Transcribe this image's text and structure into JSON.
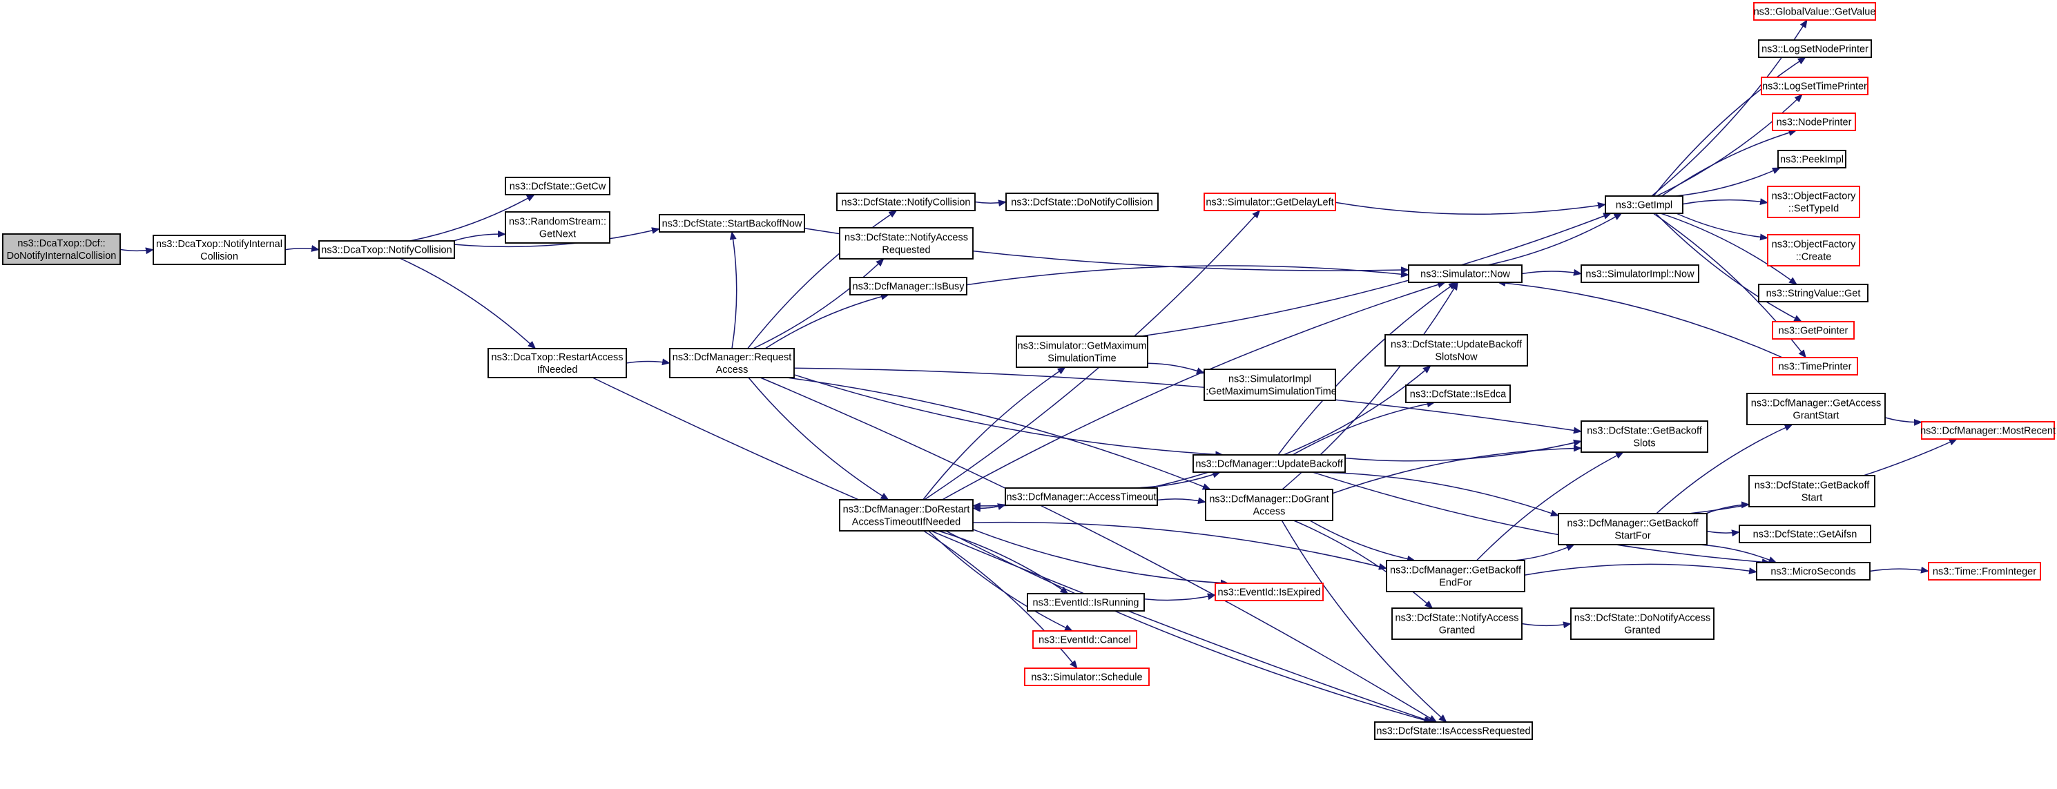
{
  "colors": {
    "edge": "#191970",
    "border_default": "#000000",
    "border_external": "#ff0000",
    "root_fill": "#bfbfbf",
    "node_fill": "#ffffff"
  },
  "nodes": [
    {
      "id": "root",
      "lines": [
        "ns3::DcaTxop::Dcf::",
        "DoNotifyInternalCollision"
      ],
      "style": "root"
    },
    {
      "id": "notifyInternal",
      "lines": [
        "ns3::DcaTxop::NotifyInternal",
        "Collision"
      ],
      "style": "normal"
    },
    {
      "id": "notifyCollision",
      "lines": [
        "ns3::DcaTxop::NotifyCollision"
      ],
      "style": "normal"
    },
    {
      "id": "getCw",
      "lines": [
        "ns3::DcfState::GetCw"
      ],
      "style": "normal"
    },
    {
      "id": "randomNext",
      "lines": [
        "ns3::RandomStream::",
        "GetNext"
      ],
      "style": "normal"
    },
    {
      "id": "restartAccess",
      "lines": [
        "ns3::DcaTxop::RestartAccess",
        "IfNeeded"
      ],
      "style": "normal"
    },
    {
      "id": "startBackoff",
      "lines": [
        "ns3::DcfState::StartBackoffNow"
      ],
      "style": "normal"
    },
    {
      "id": "requestAccess",
      "lines": [
        "ns3::DcfManager::Request",
        "Access"
      ],
      "style": "normal"
    },
    {
      "id": "stNotifyCollision",
      "lines": [
        "ns3::DcfState::NotifyCollision"
      ],
      "style": "normal"
    },
    {
      "id": "doNotifyCollision",
      "lines": [
        "ns3::DcfState::DoNotifyCollision"
      ],
      "style": "normal"
    },
    {
      "id": "stNotifyAccessReq",
      "lines": [
        "ns3::DcfState::NotifyAccess",
        "Requested"
      ],
      "style": "normal"
    },
    {
      "id": "isBusy",
      "lines": [
        "ns3::DcfManager::IsBusy"
      ],
      "style": "normal"
    },
    {
      "id": "doRestart",
      "lines": [
        "ns3::DcfManager::DoRestart",
        "AccessTimeoutIfNeeded"
      ],
      "style": "normal"
    },
    {
      "id": "getDelayLeft",
      "lines": [
        "ns3::Simulator::GetDelayLeft"
      ],
      "style": "external"
    },
    {
      "id": "getMaxSim",
      "lines": [
        "ns3::Simulator::GetMaximum",
        "SimulationTime"
      ],
      "style": "normal"
    },
    {
      "id": "implGetMax",
      "lines": [
        "ns3::SimulatorImpl",
        "::GetMaximumSimulationTime"
      ],
      "style": "normal"
    },
    {
      "id": "accessTimeout",
      "lines": [
        "ns3::DcfManager::AccessTimeout"
      ],
      "style": "normal"
    },
    {
      "id": "isRunning",
      "lines": [
        "ns3::EventId::IsRunning"
      ],
      "style": "normal"
    },
    {
      "id": "cancel",
      "lines": [
        "ns3::EventId::Cancel"
      ],
      "style": "external"
    },
    {
      "id": "schedule",
      "lines": [
        "ns3::Simulator::Schedule"
      ],
      "style": "external"
    },
    {
      "id": "isExpired",
      "lines": [
        "ns3::EventId::IsExpired"
      ],
      "style": "external"
    },
    {
      "id": "updateBackoff",
      "lines": [
        "ns3::DcfManager::UpdateBackoff"
      ],
      "style": "normal"
    },
    {
      "id": "doGrant",
      "lines": [
        "ns3::DcfManager::DoGrant",
        "Access"
      ],
      "style": "normal"
    },
    {
      "id": "now",
      "lines": [
        "ns3::Simulator::Now"
      ],
      "style": "normal"
    },
    {
      "id": "implNow",
      "lines": [
        "ns3::SimulatorImpl::Now"
      ],
      "style": "normal"
    },
    {
      "id": "updateBackoffSlots",
      "lines": [
        "ns3::DcfState::UpdateBackoff",
        "SlotsNow"
      ],
      "style": "normal"
    },
    {
      "id": "isEdca",
      "lines": [
        "ns3::DcfState::IsEdca"
      ],
      "style": "normal"
    },
    {
      "id": "getBackoffSlots",
      "lines": [
        "ns3::DcfState::GetBackoff",
        "Slots"
      ],
      "style": "normal"
    },
    {
      "id": "getBackoffEnd",
      "lines": [
        "ns3::DcfManager::GetBackoff",
        "EndFor"
      ],
      "style": "normal"
    },
    {
      "id": "notifyAccessGranted",
      "lines": [
        "ns3::DcfState::NotifyAccess",
        "Granted"
      ],
      "style": "normal"
    },
    {
      "id": "doNotifyAccessGranted",
      "lines": [
        "ns3::DcfState::DoNotifyAccess",
        "Granted"
      ],
      "style": "normal"
    },
    {
      "id": "isAccessReq",
      "lines": [
        "ns3::DcfState::IsAccessRequested"
      ],
      "style": "normal"
    },
    {
      "id": "getImpl",
      "lines": [
        "ns3::GetImpl"
      ],
      "style": "normal"
    },
    {
      "id": "getBackoffStart",
      "lines": [
        "ns3::DcfManager::GetBackoff",
        "StartFor"
      ],
      "style": "normal"
    },
    {
      "id": "getAccessGrantStart",
      "lines": [
        "ns3::DcfManager::GetAccess",
        "GrantStart"
      ],
      "style": "normal"
    },
    {
      "id": "mostRecent",
      "lines": [
        "ns3::DcfManager::MostRecent"
      ],
      "style": "external"
    },
    {
      "id": "stGetBackoffStart",
      "lines": [
        "ns3::DcfState::GetBackoff",
        "Start"
      ],
      "style": "normal"
    },
    {
      "id": "getAifsn",
      "lines": [
        "ns3::DcfState::GetAifsn"
      ],
      "style": "normal"
    },
    {
      "id": "microSeconds",
      "lines": [
        "ns3::MicroSeconds"
      ],
      "style": "normal"
    },
    {
      "id": "fromInteger",
      "lines": [
        "ns3::Time::FromInteger"
      ],
      "style": "external"
    },
    {
      "id": "globalGetValue",
      "lines": [
        "ns3::GlobalValue::GetValue"
      ],
      "style": "external"
    },
    {
      "id": "logNodePrinter",
      "lines": [
        "ns3::LogSetNodePrinter"
      ],
      "style": "normal"
    },
    {
      "id": "logTimePrinter",
      "lines": [
        "ns3::LogSetTimePrinter"
      ],
      "style": "external"
    },
    {
      "id": "nodePrinter",
      "lines": [
        "ns3::NodePrinter"
      ],
      "style": "external"
    },
    {
      "id": "peekImpl",
      "lines": [
        "ns3::PeekImpl"
      ],
      "style": "normal"
    },
    {
      "id": "ofSetTypeId",
      "lines": [
        "ns3::ObjectFactory",
        "::SetTypeId"
      ],
      "style": "external"
    },
    {
      "id": "ofCreate",
      "lines": [
        "ns3::ObjectFactory",
        "::Create"
      ],
      "style": "external"
    },
    {
      "id": "stringGet",
      "lines": [
        "ns3::StringValue::Get"
      ],
      "style": "normal"
    },
    {
      "id": "getPointer",
      "lines": [
        "ns3::GetPointer"
      ],
      "style": "external"
    },
    {
      "id": "timePrinter",
      "lines": [
        "ns3::TimePrinter"
      ],
      "style": "external"
    }
  ],
  "edges": [
    [
      "root",
      "notifyInternal"
    ],
    [
      "notifyInternal",
      "notifyCollision"
    ],
    [
      "notifyCollision",
      "getCw"
    ],
    [
      "notifyCollision",
      "randomNext"
    ],
    [
      "notifyCollision",
      "startBackoff"
    ],
    [
      "notifyCollision",
      "restartAccess"
    ],
    [
      "startBackoff",
      "now"
    ],
    [
      "restartAccess",
      "requestAccess"
    ],
    [
      "restartAccess",
      "isAccessReq"
    ],
    [
      "requestAccess",
      "stNotifyCollision"
    ],
    [
      "requestAccess",
      "stNotifyAccessReq"
    ],
    [
      "requestAccess",
      "isBusy"
    ],
    [
      "requestAccess",
      "startBackoff"
    ],
    [
      "requestAccess",
      "getBackoffSlots"
    ],
    [
      "requestAccess",
      "updateBackoff"
    ],
    [
      "requestAccess",
      "doGrant"
    ],
    [
      "requestAccess",
      "doRestart"
    ],
    [
      "requestAccess",
      "isAccessReq"
    ],
    [
      "stNotifyCollision",
      "doNotifyCollision"
    ],
    [
      "isBusy",
      "now"
    ],
    [
      "doRestart",
      "getDelayLeft"
    ],
    [
      "doRestart",
      "getMaxSim"
    ],
    [
      "doRestart",
      "accessTimeout"
    ],
    [
      "doRestart",
      "isRunning"
    ],
    [
      "doRestart",
      "cancel"
    ],
    [
      "doRestart",
      "schedule"
    ],
    [
      "doRestart",
      "isExpired"
    ],
    [
      "doRestart",
      "getBackoffEnd"
    ],
    [
      "doRestart",
      "isAccessReq"
    ],
    [
      "doRestart",
      "now"
    ],
    [
      "getDelayLeft",
      "getImpl"
    ],
    [
      "getMaxSim",
      "implGetMax"
    ],
    [
      "getMaxSim",
      "getImpl"
    ],
    [
      "accessTimeout",
      "doRestart"
    ],
    [
      "accessTimeout",
      "updateBackoff"
    ],
    [
      "accessTimeout",
      "doGrant"
    ],
    [
      "isRunning",
      "isExpired"
    ],
    [
      "updateBackoff",
      "now"
    ],
    [
      "updateBackoff",
      "updateBackoffSlots"
    ],
    [
      "updateBackoff",
      "isEdca"
    ],
    [
      "updateBackoff",
      "getBackoffSlots"
    ],
    [
      "updateBackoff",
      "getBackoffStart"
    ],
    [
      "updateBackoff",
      "microSeconds"
    ],
    [
      "updateBackoff",
      "doRestart"
    ],
    [
      "doGrant",
      "now"
    ],
    [
      "doGrant",
      "getBackoffSlots"
    ],
    [
      "doGrant",
      "getBackoffEnd"
    ],
    [
      "doGrant",
      "notifyAccessGranted"
    ],
    [
      "doGrant",
      "isAccessReq"
    ],
    [
      "now",
      "implNow"
    ],
    [
      "now",
      "getImpl"
    ],
    [
      "getBackoffEnd",
      "getBackoffSlots"
    ],
    [
      "getBackoffEnd",
      "getBackoffStart"
    ],
    [
      "getBackoffEnd",
      "microSeconds"
    ],
    [
      "notifyAccessGranted",
      "doNotifyAccessGranted"
    ],
    [
      "getBackoffStart",
      "getAccessGrantStart"
    ],
    [
      "getBackoffStart",
      "mostRecent"
    ],
    [
      "getBackoffStart",
      "stGetBackoffStart"
    ],
    [
      "getBackoffStart",
      "getAifsn"
    ],
    [
      "getBackoffStart",
      "microSeconds"
    ],
    [
      "getAccessGrantStart",
      "mostRecent"
    ],
    [
      "microSeconds",
      "fromInteger"
    ],
    [
      "getImpl",
      "globalGetValue"
    ],
    [
      "getImpl",
      "logNodePrinter"
    ],
    [
      "getImpl",
      "logTimePrinter"
    ],
    [
      "getImpl",
      "nodePrinter"
    ],
    [
      "getImpl",
      "peekImpl"
    ],
    [
      "getImpl",
      "ofSetTypeId"
    ],
    [
      "getImpl",
      "ofCreate"
    ],
    [
      "getImpl",
      "stringGet"
    ],
    [
      "getImpl",
      "getPointer"
    ],
    [
      "getImpl",
      "timePrinter"
    ],
    [
      "timePrinter",
      "now"
    ]
  ]
}
